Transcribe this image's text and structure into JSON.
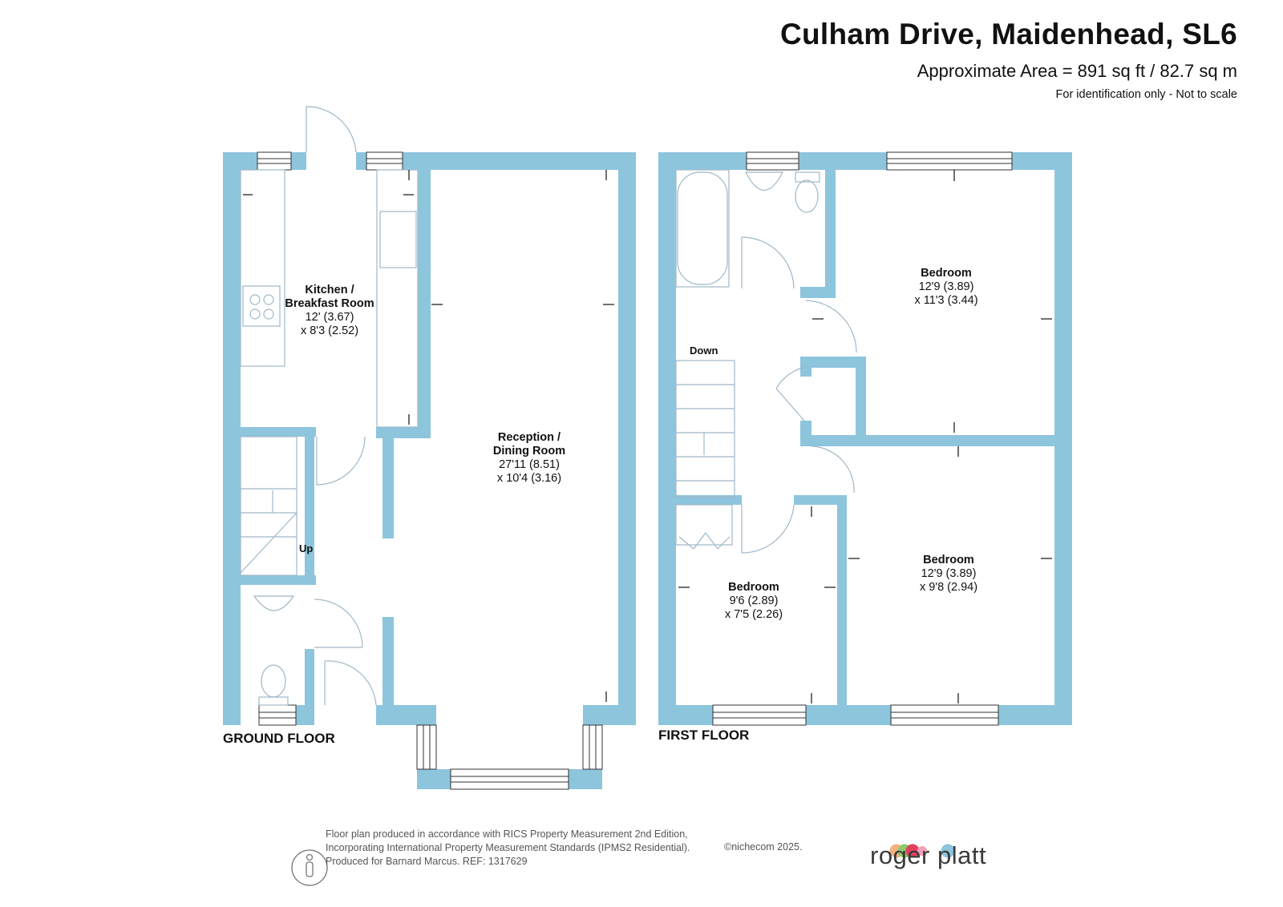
{
  "header": {
    "title": "Culham Drive, Maidenhead, SL6",
    "area": "Approximate Area = 891 sq ft /  82.7 sq m",
    "note": "For identification only - Not to scale"
  },
  "floors": {
    "ground": {
      "label": "GROUND FLOOR",
      "stairs_label": "Up",
      "rooms": [
        {
          "name_line1": "Kitchen /",
          "name_line2": "Breakfast Room",
          "dim1": "12' (3.67)",
          "dim2": "x 8'3 (2.52)"
        },
        {
          "name_line1": "Reception /",
          "name_line2": "Dining Room",
          "dim1": "27'11 (8.51)",
          "dim2": "x 10'4 (3.16)"
        }
      ]
    },
    "first": {
      "label": "FIRST FLOOR",
      "stairs_label": "Down",
      "rooms": [
        {
          "name": "Bedroom",
          "dim1": "12'9 (3.89)",
          "dim2": "x 11'3 (3.44)"
        },
        {
          "name": "Bedroom",
          "dim1": "12'9 (3.89)",
          "dim2": "x 9'8 (2.94)"
        },
        {
          "name": "Bedroom",
          "dim1": "9'6 (2.89)",
          "dim2": "x 7'5 (2.26)"
        }
      ]
    }
  },
  "footer": {
    "line1": "Floor plan produced in accordance with RICS Property Measurement 2nd Edition,",
    "line2": "Incorporating International Property Measurement Standards (IPMS2 Residential).",
    "line3": "Produced for Barnard Marcus.   REF:  1317629",
    "copyright": "©nichecom 2025.",
    "brand": "roger platt"
  },
  "colors": {
    "wall": "#8dc5dd",
    "fixture_line": "#9fb8c8",
    "logo_dots": [
      "#f4b183",
      "#8dc86a",
      "#e2415f",
      "#f3a0b8",
      "#8dc5dd"
    ]
  }
}
